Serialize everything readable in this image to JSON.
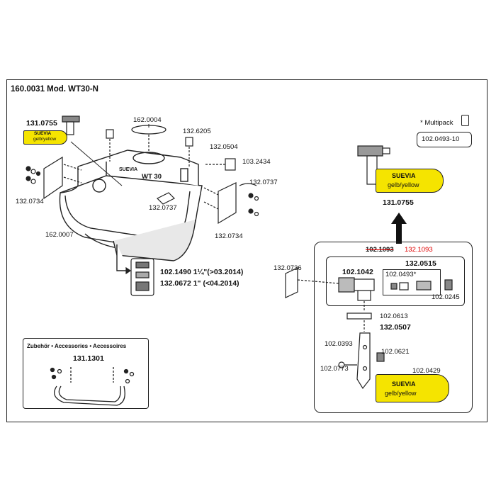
{
  "header": {
    "title": "160.0031 Mod. WT30-N"
  },
  "multipack": {
    "label": "* Multipack",
    "code": "102.0493-10"
  },
  "main_parts": {
    "p131_0755": "131.0755",
    "p162_0004": "162.0004",
    "p132_6205": "132.6205",
    "p132_0504": "132.0504",
    "p103_2434": "103.2434",
    "p132_0737_a": "132.0737",
    "p132_0737_b": "132.0737",
    "p132_0734_left": "132.0734",
    "p132_0734_right": "132.0734",
    "p162_0007": "162.0007",
    "bowl_label": "WT 30",
    "bowl_brand": "SUEVIA",
    "drain_line1": "102.1490 1¼\"(>03.2014)",
    "drain_line2": "132.0672 1\" (<04.2014)"
  },
  "valve_badge_small": {
    "brand": "SUEVIA",
    "color": "gelb/yellow"
  },
  "valve_badge_large": {
    "brand": "SUEVIA",
    "color": "gelb/yellow"
  },
  "right_top": {
    "code": "131.0755"
  },
  "detail": {
    "old_code": "102.1093",
    "new_code": "132.1093",
    "p132_0736": "132.0736",
    "p102_1042": "102.1042",
    "p132_0515": "132.0515",
    "p102_0493": "102.0493*",
    "p102_0245": "102.0245",
    "p102_0613": "102.0613",
    "p132_0507": "132.0507",
    "p102_0393": "102.0393",
    "p102_0621": "102.0621",
    "p102_0773": "102.0773",
    "p102_0429": "102.0429"
  },
  "paddle_badge": {
    "brand": "SUEVIA",
    "color": "gelb/yellow"
  },
  "accessories": {
    "title": "Zubehör • Accessories • Accessoires",
    "code": "131.1301"
  },
  "colors": {
    "highlight_yellow": "#f5e400",
    "red": "#e00000",
    "line": "#222222"
  }
}
